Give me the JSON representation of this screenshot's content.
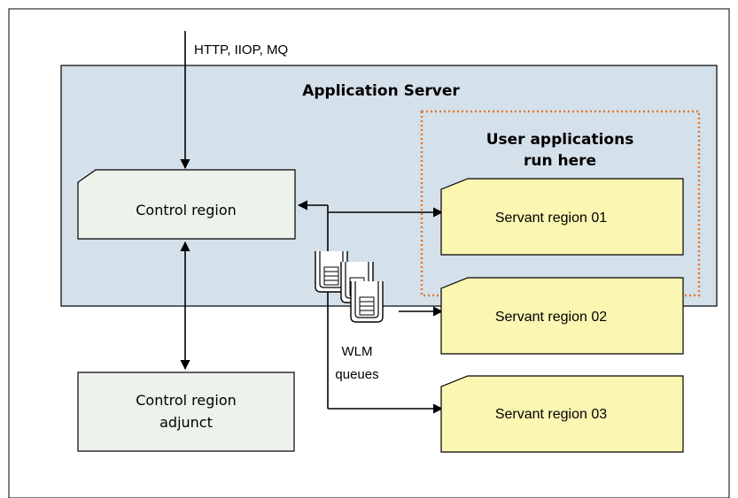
{
  "protocol_label": "HTTP, IIOP, MQ",
  "server_title": "Application Server",
  "user_apps_title_line1": "User applications",
  "user_apps_title_line2": "run here",
  "control_region": "Control region",
  "control_region_adjunct_line1": "Control region",
  "control_region_adjunct_line2": "adjunct",
  "servant_regions": [
    "Servant region 01",
    "Servant region 02",
    "Servant region 03"
  ],
  "wlm_line1": "WLM",
  "wlm_line2": "queues",
  "colors": {
    "server_bg": "#d4e0ea",
    "control_fill": "#ebf3ea",
    "servant_fill": "#fbf6b2",
    "dotted_border": "#e07a30",
    "stroke": "#000000"
  }
}
